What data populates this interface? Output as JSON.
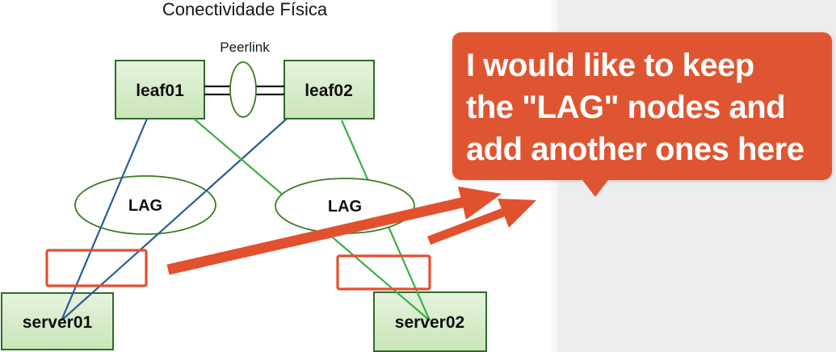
{
  "diagram": {
    "title": "Conectividade Física",
    "peerlink_label": "Peerlink",
    "nodes": {
      "leaf01": {
        "label": "leaf01"
      },
      "leaf02": {
        "label": "leaf02"
      },
      "server01": {
        "label": "server01"
      },
      "server02": {
        "label": "server02"
      },
      "lag_left": {
        "label": "LAG"
      },
      "lag_right": {
        "label": "LAG"
      }
    },
    "colors": {
      "node_fill_top": "#e6f3de",
      "node_fill_bottom": "#c9e6b8",
      "node_border": "#2e6b2b",
      "ellipse_border": "#3c7a22",
      "blue_link": "#2d5d8c",
      "green_link": "#3caf46",
      "peerlink_line": "#1a1a1a",
      "placeholder_border": "#e2512e",
      "arrow": "#e2512e",
      "bubble": "#df5532",
      "side_panel": "#ecedef"
    }
  },
  "annotation": {
    "lines": [
      "I would like to keep",
      "the \"LAG\" nodes and",
      "add another ones here"
    ]
  }
}
